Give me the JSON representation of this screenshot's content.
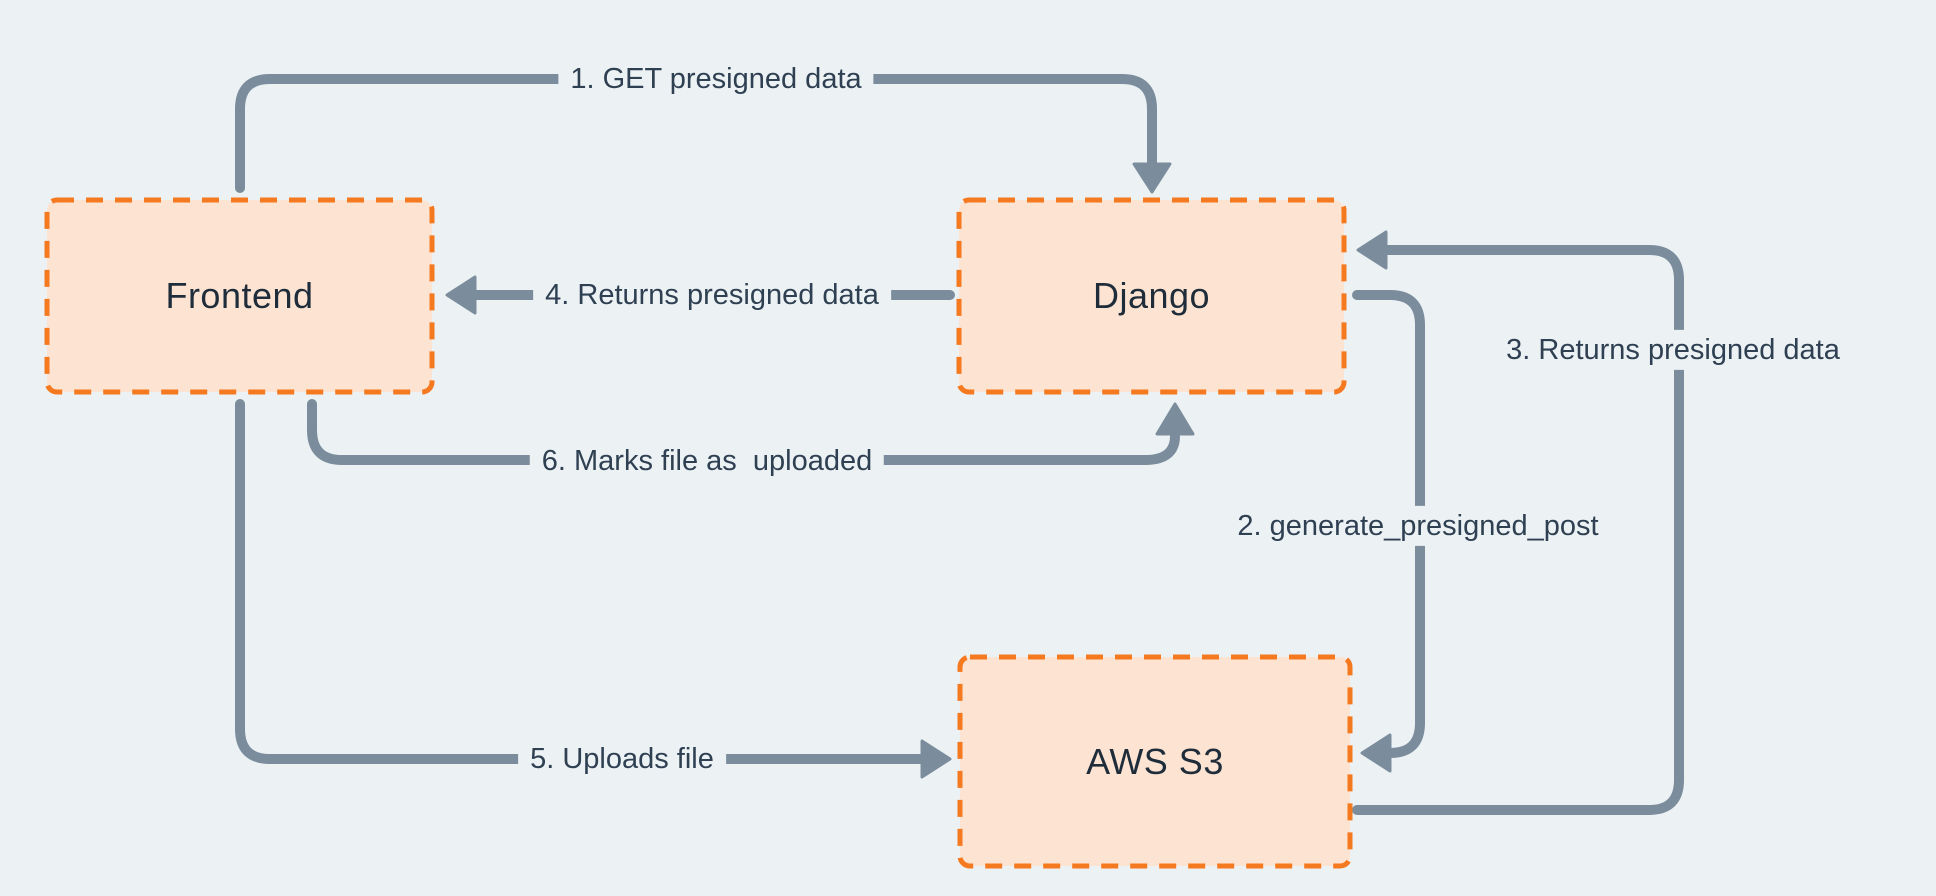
{
  "diagram": {
    "type": "flow-diagram",
    "nodes": [
      {
        "id": "frontend",
        "label": "Frontend"
      },
      {
        "id": "django",
        "label": "Django"
      },
      {
        "id": "aws_s3",
        "label": "AWS S3"
      }
    ],
    "edges": [
      {
        "id": "1",
        "label": "1. GET presigned data",
        "from": "frontend",
        "to": "django"
      },
      {
        "id": "2",
        "label": "2. generate_presigned_post",
        "from": "django",
        "to": "aws_s3"
      },
      {
        "id": "3",
        "label": "3. Returns presigned data",
        "from": "aws_s3",
        "to": "django"
      },
      {
        "id": "4",
        "label": "4. Returns presigned data",
        "from": "django",
        "to": "frontend"
      },
      {
        "id": "5",
        "label": "5. Uploads file",
        "from": "frontend",
        "to": "aws_s3"
      },
      {
        "id": "6",
        "label": "6. Marks file as  uploaded",
        "from": "frontend",
        "to": "django"
      }
    ],
    "colors": {
      "background": "#ecf1f4",
      "node_fill": "#fde3d2",
      "node_border": "#f5791f",
      "arrow": "#7b8d9c",
      "node_text": "#1f2d3a",
      "label_text": "#2e4052"
    }
  }
}
